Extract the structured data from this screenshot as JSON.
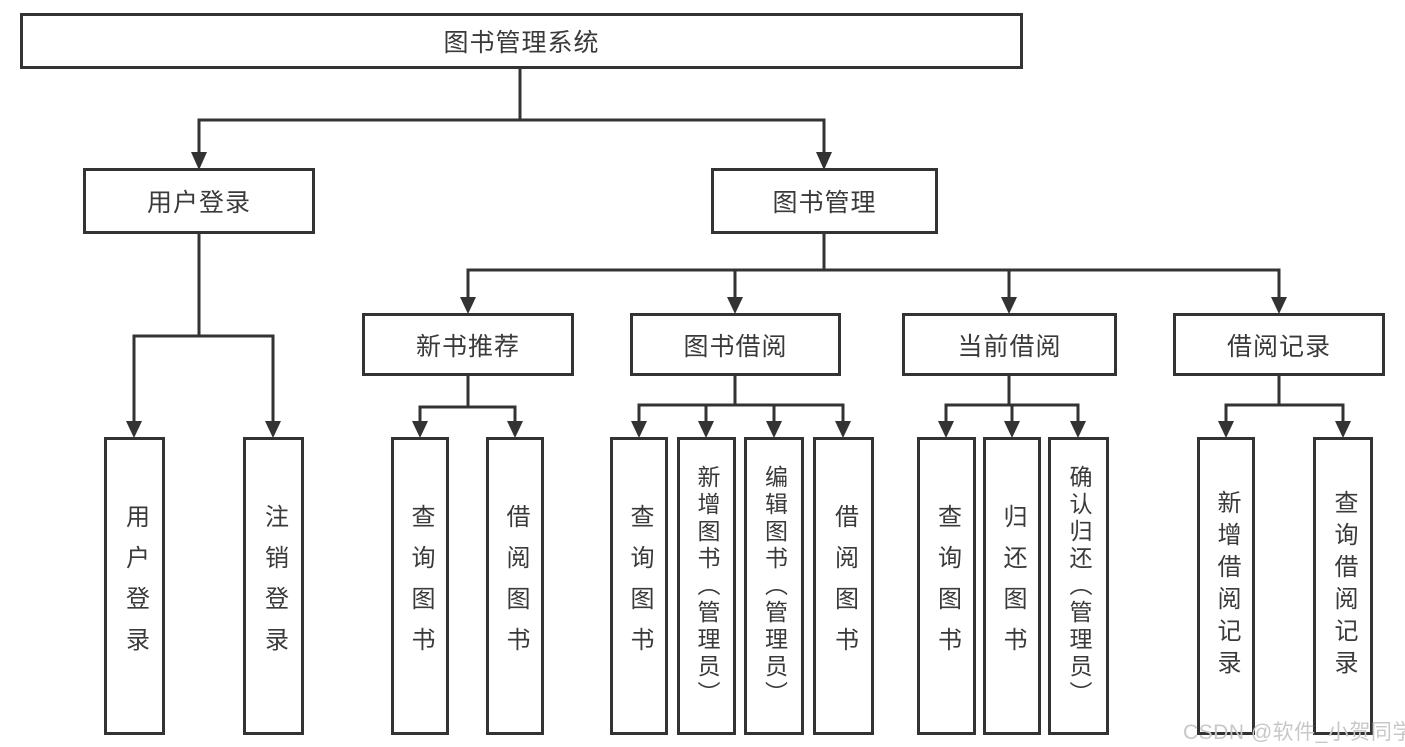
{
  "colors": {
    "background": "#ffffff",
    "line": "#333333",
    "box_border": "#333333",
    "text": "#3a3a3a",
    "watermark": "#c8c8c8"
  },
  "tree": {
    "root": {
      "label": "图书管理系统"
    },
    "level2": [
      {
        "label": "用户登录",
        "children": [
          {
            "label": "用户登录"
          },
          {
            "label": "注销登录"
          }
        ]
      },
      {
        "label": "图书管理",
        "children": [
          {
            "label": "新书推荐",
            "children": [
              {
                "label": "查询图书"
              },
              {
                "label": "借阅图书"
              }
            ]
          },
          {
            "label": "图书借阅",
            "children": [
              {
                "label": "查询图书"
              },
              {
                "label": "新增图书（管理员）"
              },
              {
                "label": "编辑图书（管理员）"
              },
              {
                "label": "借阅图书"
              }
            ]
          },
          {
            "label": "当前借阅",
            "children": [
              {
                "label": "查询图书"
              },
              {
                "label": "归还图书"
              },
              {
                "label": "确认归还（管理员）"
              }
            ]
          },
          {
            "label": "借阅记录",
            "children": [
              {
                "label": "新增借阅记录"
              },
              {
                "label": "查询借阅记录"
              }
            ]
          }
        ]
      }
    ]
  },
  "watermark": {
    "text": "CSDN @软件_小贺同学"
  }
}
